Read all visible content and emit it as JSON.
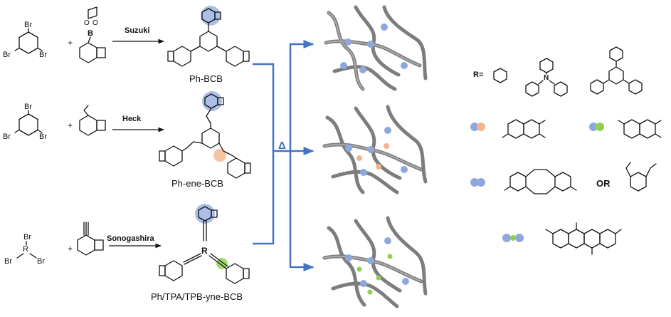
{
  "reactions": {
    "suzuki": {
      "reagent": "Suzuki",
      "product": "Ph-BCB",
      "br_labels": [
        "Br",
        "Br",
        "Br"
      ],
      "boron": "B",
      "oxygen": [
        "O",
        "O"
      ]
    },
    "heck": {
      "reagent": "Heck",
      "product": "Ph-ene-BCB",
      "br_labels": [
        "Br",
        "Br",
        "Br"
      ]
    },
    "sonogashira": {
      "reagent": "Sonogashira",
      "product": "Ph/TPA/TPB-yne-BCB",
      "br_labels": [
        "Br",
        "Br",
        "Br"
      ],
      "r_core": "R",
      "r_product": "R"
    }
  },
  "plus_sign": "+",
  "heat_symbol": "Δ",
  "legend": {
    "r_label": "R=",
    "nitrogen": "N",
    "or_text": "OR"
  },
  "colors": {
    "blue_node": "#8fa8dc",
    "orange_node": "#f4b58a",
    "green_node": "#8fd14f",
    "arrow_blue": "#4472c4",
    "network_gray": "#7d7d7d"
  }
}
